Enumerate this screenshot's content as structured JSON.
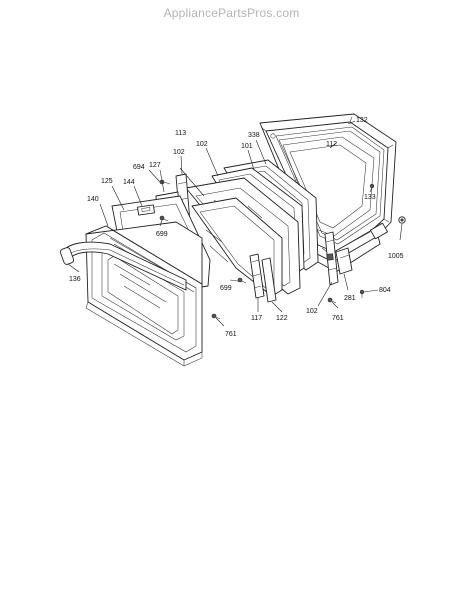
{
  "watermark": "AppliancePartsPros.com",
  "callouts": [
    {
      "id": "132",
      "label": "132"
    },
    {
      "id": "112",
      "label": "112"
    },
    {
      "id": "338",
      "label": "338"
    },
    {
      "id": "101",
      "label": "101"
    },
    {
      "id": "113",
      "label": "113"
    },
    {
      "id": "102a",
      "label": "102"
    },
    {
      "id": "102b",
      "label": "102"
    },
    {
      "id": "102c",
      "label": "102"
    },
    {
      "id": "127",
      "label": "127"
    },
    {
      "id": "694",
      "label": "694"
    },
    {
      "id": "144",
      "label": "144"
    },
    {
      "id": "125",
      "label": "125"
    },
    {
      "id": "140",
      "label": "140"
    },
    {
      "id": "699a",
      "label": "699"
    },
    {
      "id": "699b",
      "label": "699"
    },
    {
      "id": "133",
      "label": "133"
    },
    {
      "id": "1005",
      "label": "1005"
    },
    {
      "id": "281",
      "label": "281"
    },
    {
      "id": "804",
      "label": "804"
    },
    {
      "id": "761a",
      "label": "761"
    },
    {
      "id": "761b",
      "label": "761"
    },
    {
      "id": "117",
      "label": "117"
    },
    {
      "id": "122",
      "label": "122"
    },
    {
      "id": "136",
      "label": "136"
    }
  ]
}
